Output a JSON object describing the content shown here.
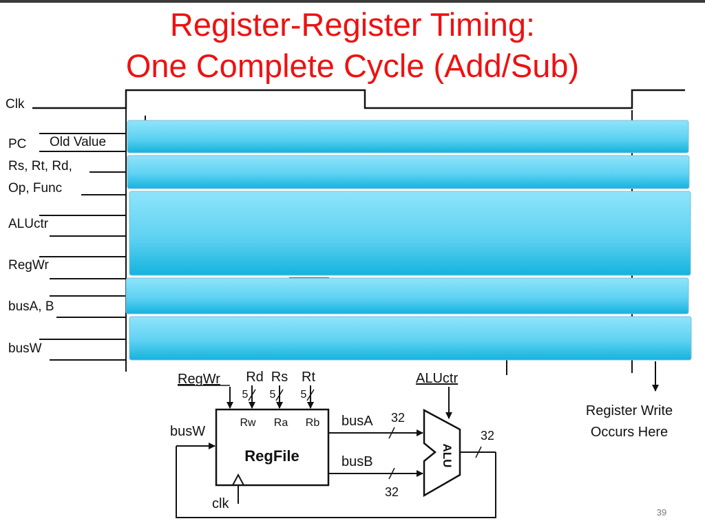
{
  "title": {
    "line1": "Register-Register Timing:",
    "line2": "One Complete Cycle (Add/Sub)"
  },
  "signals": {
    "clk": "Clk",
    "pc": "PC",
    "pc_old_value": "Old Value",
    "rs_rt_rd": "Rs, Rt, Rd,",
    "op_func": "Op, Func",
    "aluctr": "ALUctr",
    "regwr": "RegWr",
    "busab": "busA, B",
    "busw": "busW"
  },
  "annotation": {
    "line1": "Register Write",
    "line2": "Occurs Here"
  },
  "regfile": {
    "name": "RegFile",
    "regwr": "RegWr",
    "rd": "Rd",
    "rs": "Rs",
    "rt": "Rt",
    "width5": "5",
    "rw": "Rw",
    "ra": "Ra",
    "rb": "Rb",
    "busw": "busW",
    "clk": "clk"
  },
  "alu": {
    "name": "ALU",
    "aluctr": "ALUctr",
    "busa": "busA",
    "busb": "busB",
    "width32": "32"
  },
  "colors": {
    "title": "#ee1111",
    "overlay_top": "#8fe4fb",
    "overlay_bottom": "#14b3de"
  },
  "page_number": "39"
}
